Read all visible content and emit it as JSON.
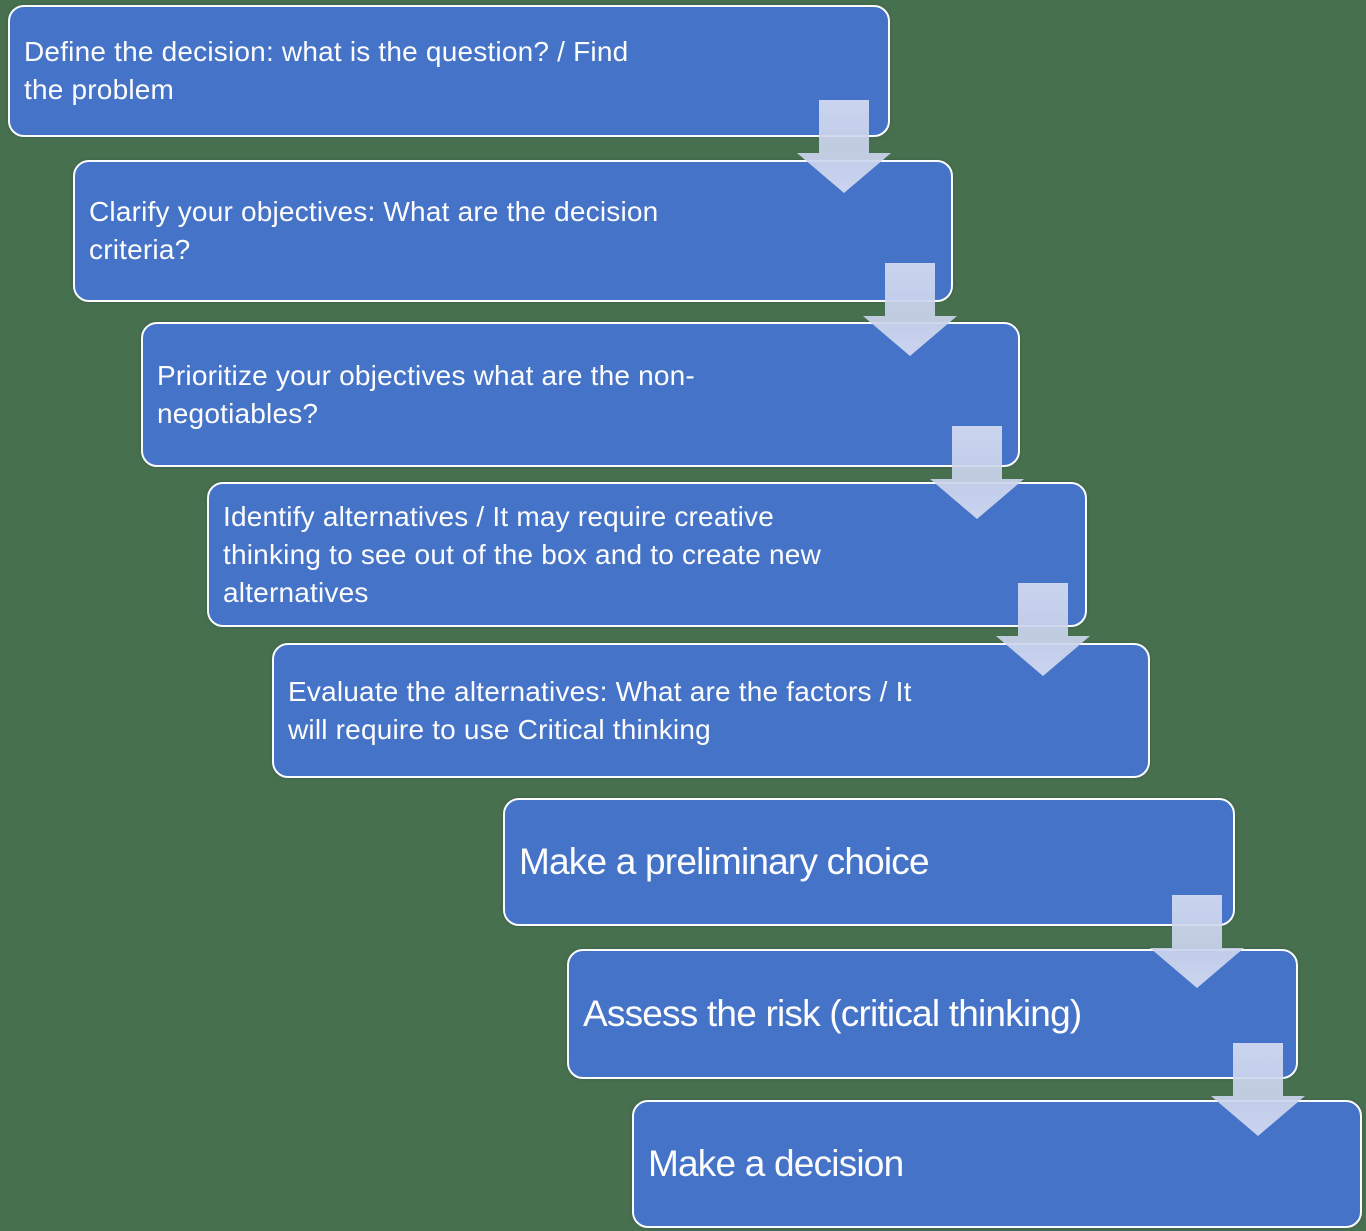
{
  "diagram": {
    "type": "flowchart",
    "description": "Decision-making process staircase flowchart, blue rounded boxes connected by light block arrows on a green background"
  },
  "colors": {
    "background": "#47704f",
    "box_fill": "#4573c7",
    "box_border": "#fbfcfe",
    "arrow_fill": "#ccd4ec",
    "text": "#fdfdfe"
  },
  "steps": [
    {
      "text": "Define the decision: what is the question? / Find\nthe problem"
    },
    {
      "text": "Clarify your objectives: What are the decision\ncriteria?"
    },
    {
      "text": "Prioritize your objectives what are the non-\nnegotiables?"
    },
    {
      "text": "Identify alternatives / It may require creative\nthinking to see out of the box and to create new\nalternatives"
    },
    {
      "text": "Evaluate the alternatives: What are the factors / It\nwill require to use Critical thinking"
    },
    {
      "text": "Make a preliminary choice"
    },
    {
      "text": "Assess the risk (critical thinking)"
    },
    {
      "text": "Make a decision"
    }
  ]
}
